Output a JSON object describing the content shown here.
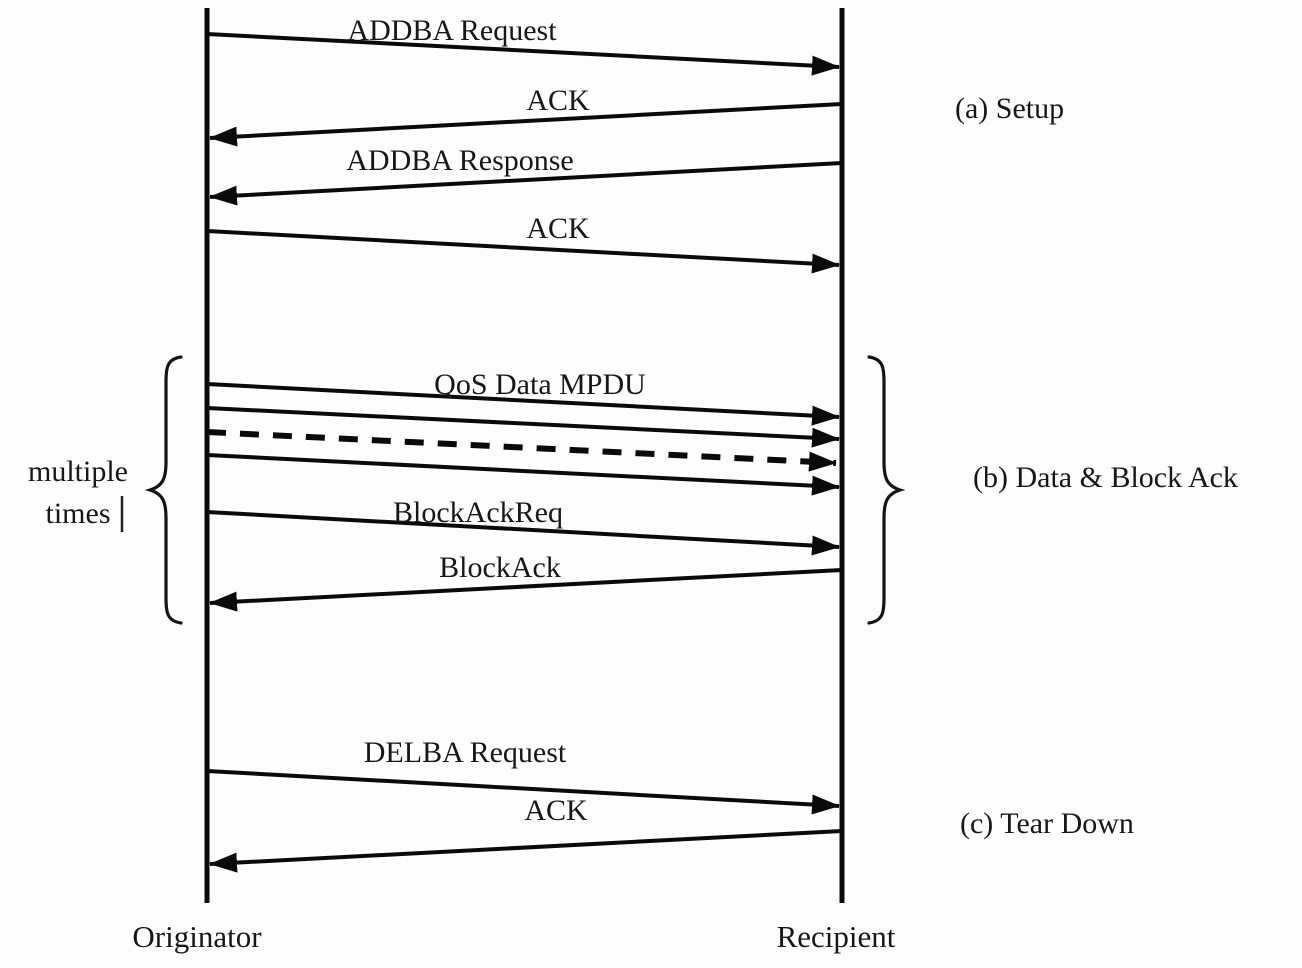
{
  "colors": {
    "background": "#fdfdfd",
    "line": "#0a0a0a",
    "text": "#171717"
  },
  "diagram": {
    "type": "sequence-diagram",
    "lifelines": {
      "left": "Originator",
      "right": "Recipient"
    },
    "note": {
      "line1": "multiple",
      "line2": "times"
    },
    "sections": [
      {
        "label": "(a) Setup",
        "messages": [
          {
            "label": "ADDBA Request",
            "from": "Originator",
            "to": "Recipient",
            "style": "solid"
          },
          {
            "label": "ACK",
            "from": "Recipient",
            "to": "Originator",
            "style": "solid"
          },
          {
            "label": "ADDBA Response",
            "from": "Recipient",
            "to": "Originator",
            "style": "solid"
          },
          {
            "label": "ACK",
            "from": "Originator",
            "to": "Recipient",
            "style": "solid"
          }
        ]
      },
      {
        "label": "(b) Data & Block Ack",
        "repeat_note": "multiple times",
        "messages": [
          {
            "label": "QoS Data MPDU",
            "from": "Originator",
            "to": "Recipient",
            "style": "solid"
          },
          {
            "label": "",
            "from": "Originator",
            "to": "Recipient",
            "style": "solid"
          },
          {
            "label": "",
            "from": "Originator",
            "to": "Recipient",
            "style": "dashed"
          },
          {
            "label": "",
            "from": "Originator",
            "to": "Recipient",
            "style": "solid"
          },
          {
            "label": "BlockAckReq",
            "from": "Originator",
            "to": "Recipient",
            "style": "solid"
          },
          {
            "label": "BlockAck",
            "from": "Recipient",
            "to": "Originator",
            "style": "solid"
          }
        ]
      },
      {
        "label": "(c) Tear Down",
        "messages": [
          {
            "label": "DELBA Request",
            "from": "Originator",
            "to": "Recipient",
            "style": "solid"
          },
          {
            "label": "ACK",
            "from": "Recipient",
            "to": "Originator",
            "style": "solid"
          }
        ]
      }
    ]
  }
}
